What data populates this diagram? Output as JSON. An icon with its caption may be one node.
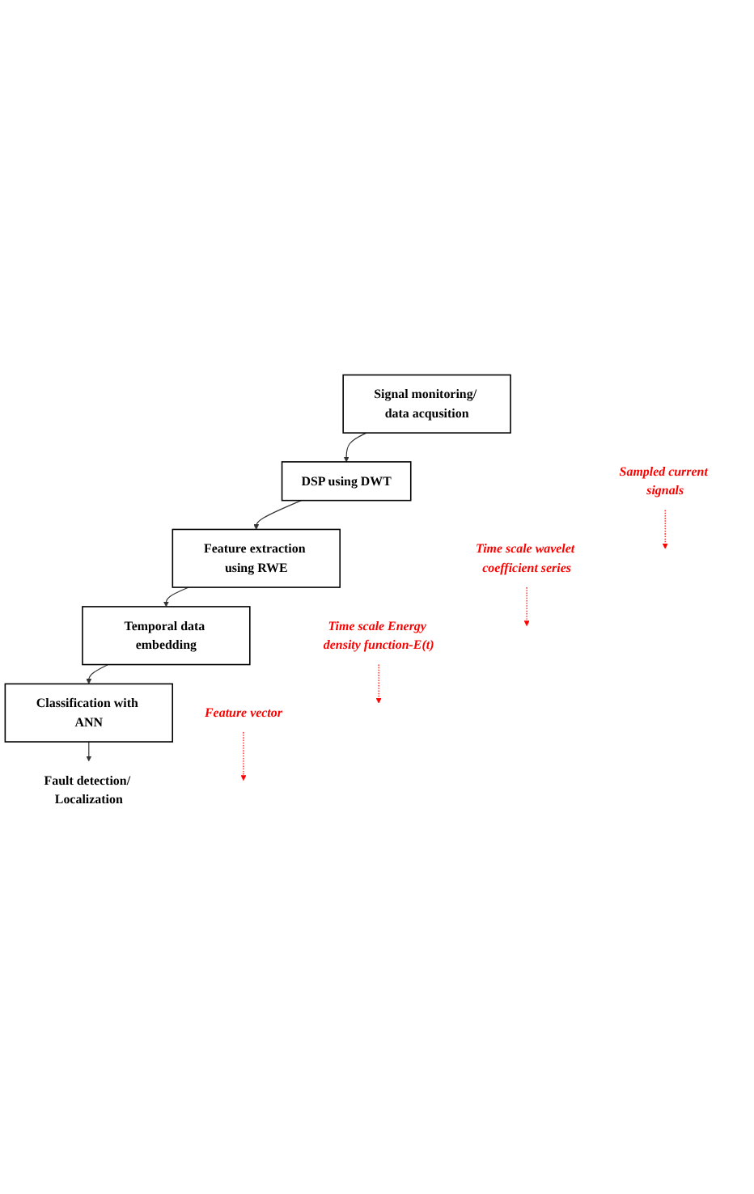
{
  "diagram": {
    "nodes": [
      {
        "text": [
          "Signal monitoring/ data acqusition"
        ]
      },
      {
        "text": [
          "Sampled current signals"
        ]
      },
      {
        "text": [
          "DSP using DWT"
        ]
      },
      {
        "text": [
          "Time scale wavelet coefficient series"
        ]
      },
      {
        "text": [
          "Feature extraction using RWE"
        ]
      },
      {
        "text": [
          "Time scale Energy density function-E(t)"
        ]
      },
      {
        "text": [
          "Temporal data embedding"
        ]
      },
      {
        "text": [
          "Feature vector"
        ]
      },
      {
        "text": [
          "Classification with ANN"
        ]
      },
      {
        "text": [
          "Fault detection/ Localization"
        ]
      }
    ],
    "edges": [
      {
        "from": 0,
        "to": 2,
        "arrow": "to"
      },
      {
        "from": 1,
        "to": null,
        "arrow": "to",
        "style": "dashed",
        "color": "#ff0000"
      },
      {
        "from": 2,
        "to": 4,
        "arrow": "to"
      },
      {
        "from": 3,
        "to": null,
        "arrow": "to",
        "style": "dashed",
        "color": "#ff0000"
      },
      {
        "from": 4,
        "to": 6,
        "arrow": "to"
      },
      {
        "from": 5,
        "to": null,
        "arrow": "to",
        "style": "dashed",
        "color": "#ff0000"
      },
      {
        "from": 6,
        "to": 8,
        "arrow": "to"
      },
      {
        "from": 7,
        "to": null,
        "arrow": "to",
        "style": "dashed",
        "color": "#ff0000"
      },
      {
        "from": 8,
        "to": 9,
        "arrow": "to"
      }
    ]
  }
}
